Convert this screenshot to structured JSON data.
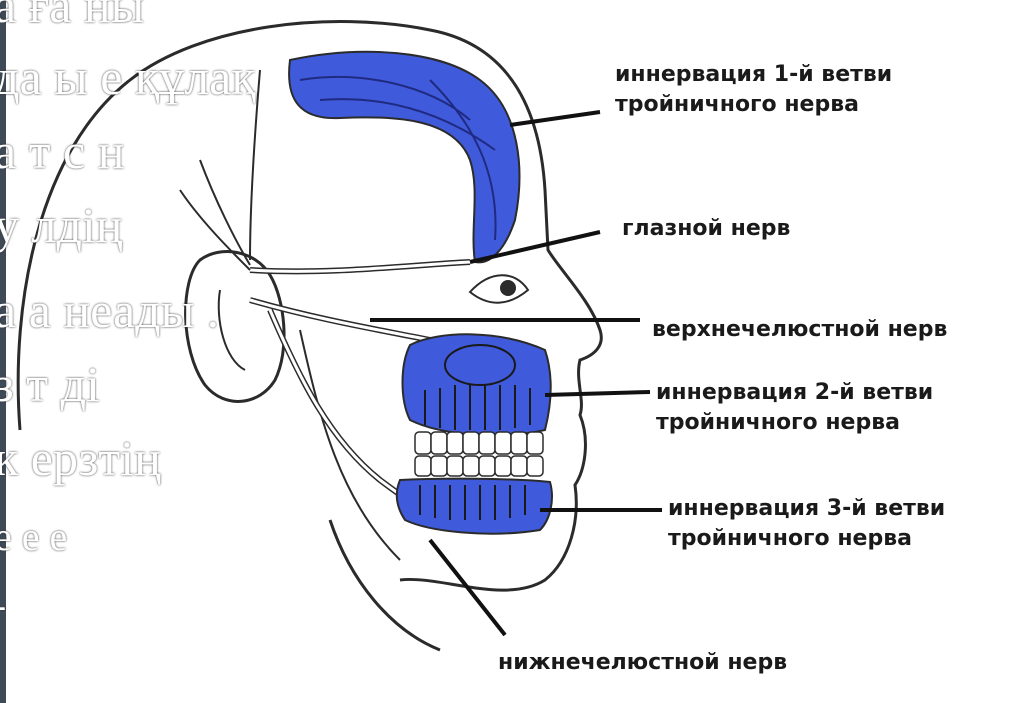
{
  "labels": {
    "innervation_1": [
      "иннервация 1-й ветви",
      "тройничного нерва"
    ],
    "ophthalmic": "глазной нерв",
    "maxillary": "верхнечелюстной нерв",
    "innervation_2": [
      "иннервация 2-й ветви",
      "тройничного нерва"
    ],
    "innervation_3": [
      "иннервация 3-й ветви",
      "тройничного нерва"
    ],
    "mandibular": "нижнечелюстной нерв"
  },
  "overlay_text": [
    "а ға ны",
    "да ы е құлақ",
    "а т   с   н",
    "у   лдің",
    "а  а  неады .",
    "з    т    ді",
    "к         ерзтің",
    "е      е   е",
    "-"
  ],
  "colors": {
    "innervation_fill": "#3f5bdc",
    "outline": "#2b2b2b",
    "pointer": "#111111",
    "overlay_text": "#ffffff",
    "left_bar": "#3f4a57"
  }
}
